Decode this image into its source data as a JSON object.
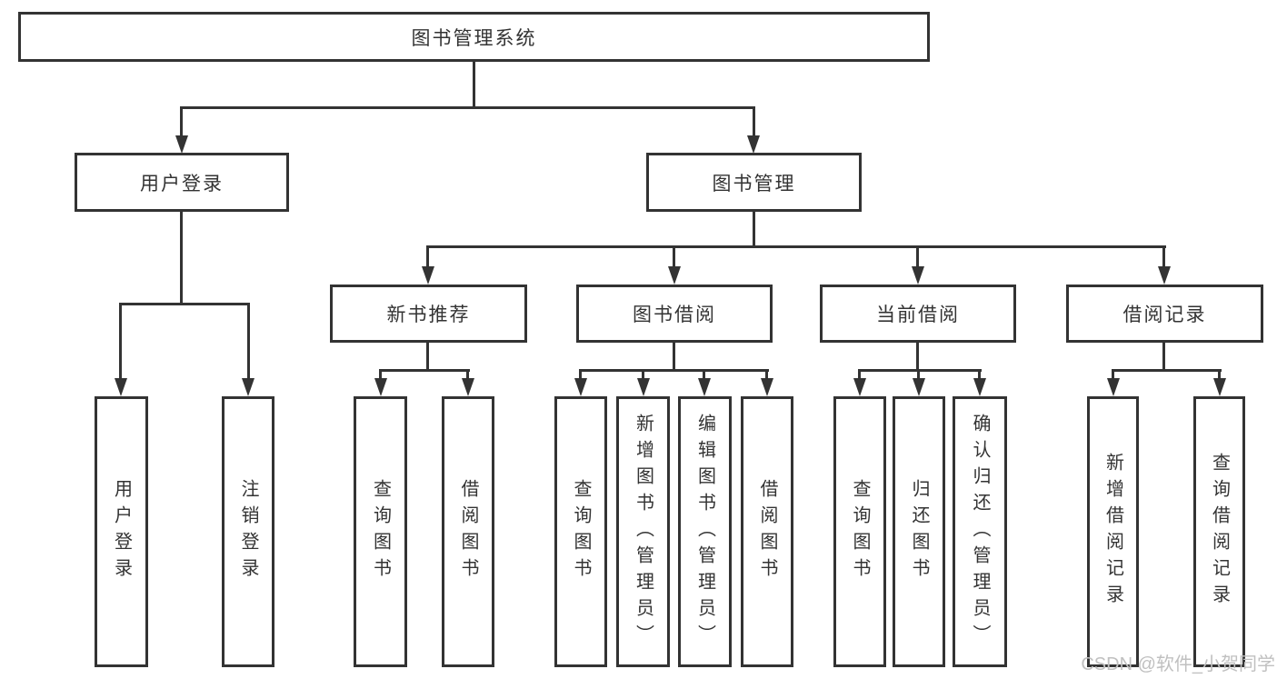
{
  "diagram": {
    "root": {
      "label": "图书管理系统",
      "children": [
        {
          "label": "用户登录",
          "children": [
            {
              "label": "用户登录"
            },
            {
              "label": "注销登录"
            }
          ]
        },
        {
          "label": "图书管理",
          "children": [
            {
              "label": "新书推荐",
              "children": [
                {
                  "label": "查询图书"
                },
                {
                  "label": "借阅图书"
                }
              ]
            },
            {
              "label": "图书借阅",
              "children": [
                {
                  "label": "查询图书"
                },
                {
                  "label": "新增图书（管理员）"
                },
                {
                  "label": "编辑图书（管理员）"
                },
                {
                  "label": "借阅图书"
                }
              ]
            },
            {
              "label": "当前借阅",
              "children": [
                {
                  "label": "查询图书"
                },
                {
                  "label": "归还图书"
                },
                {
                  "label": "确认归还（管理员）"
                }
              ]
            },
            {
              "label": "借阅记录",
              "children": [
                {
                  "label": "新增借阅记录"
                },
                {
                  "label": "查询借阅记录"
                }
              ]
            }
          ]
        }
      ]
    },
    "watermark": "CSDN @软件_小贺同学"
  },
  "colors": {
    "line": "#333333",
    "text": "#333333",
    "watermark": "#c0c0c0",
    "background": "#ffffff"
  }
}
